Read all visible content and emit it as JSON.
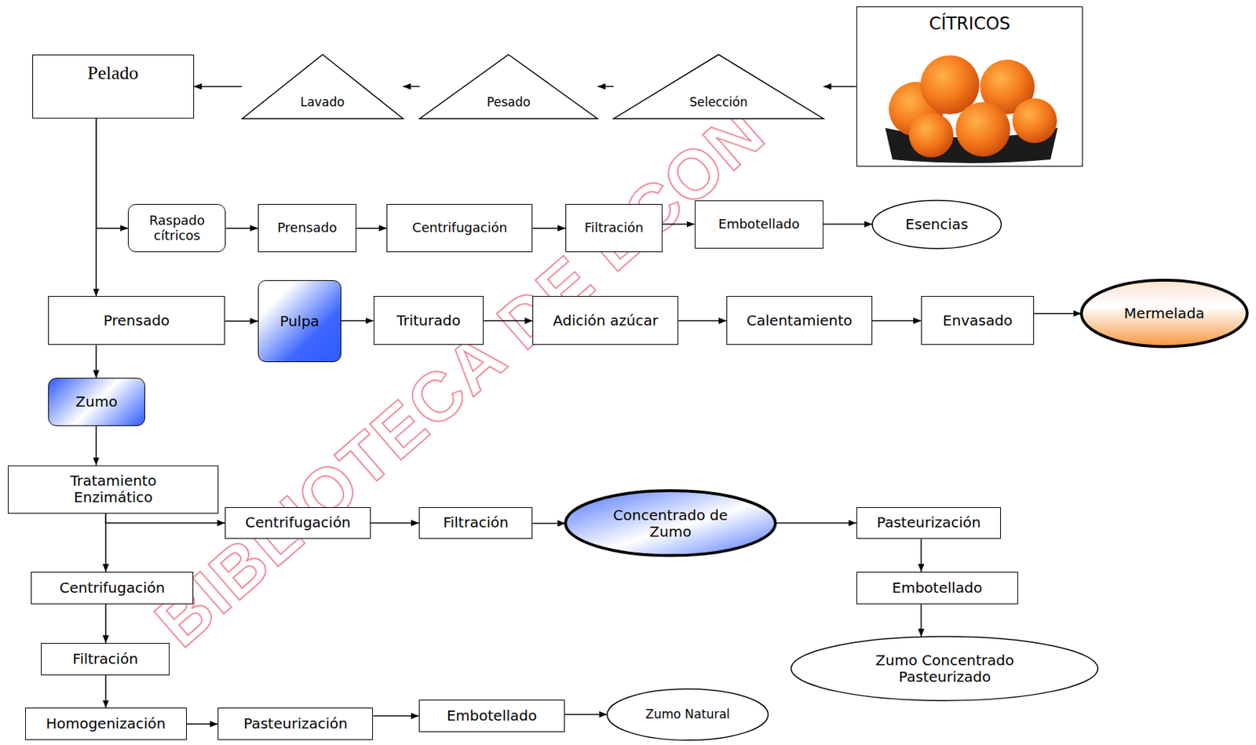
{
  "diagram": {
    "nodes": [
      {
        "text": [
          "Pelado"
        ]
      },
      {
        "text": [
          "Lavado"
        ]
      },
      {
        "text": [
          "Pesado"
        ]
      },
      {
        "text": [
          "Selección"
        ]
      },
      {
        "text": [
          "CÍTRICOS"
        ]
      },
      {
        "text": [
          "Raspado cítricos"
        ]
      },
      {
        "text": [
          "Prensado"
        ]
      },
      {
        "text": [
          "Centrifugación"
        ]
      },
      {
        "text": [
          "Filtración"
        ]
      },
      {
        "text": [
          "Embotellado"
        ]
      },
      {
        "text": [
          "Esencias"
        ]
      },
      {
        "text": [
          "Prensado"
        ]
      },
      {
        "text": [
          "Pulpa"
        ]
      },
      {
        "text": [
          "Triturado"
        ]
      },
      {
        "text": [
          "Adición azúcar"
        ]
      },
      {
        "text": [
          "Calentamiento"
        ]
      },
      {
        "text": [
          "Envasado"
        ]
      },
      {
        "text": [
          "Mermelada"
        ]
      },
      {
        "text": [
          "Zumo"
        ]
      },
      {
        "text": [
          "Tratamiento Enzimático"
        ]
      },
      {
        "text": [
          "Centrifugación"
        ]
      },
      {
        "text": [
          "Filtración"
        ]
      },
      {
        "text": [
          "Concentrado de Zumo"
        ]
      },
      {
        "text": [
          "Pasteurización"
        ]
      },
      {
        "text": [
          "Centrifugación"
        ]
      },
      {
        "text": [
          "Embotellado"
        ]
      },
      {
        "text": [
          "Filtración"
        ]
      },
      {
        "text": [
          "Zumo Concentrado Pasteurizado"
        ]
      },
      {
        "text": [
          "Homogenización"
        ]
      },
      {
        "text": [
          "Pasteurización"
        ]
      },
      {
        "text": [
          "Embotellado"
        ]
      },
      {
        "text": [
          "Zumo Natural"
        ]
      }
    ],
    "edges": [
      {
        "from": 4,
        "to": 3,
        "arrow": "to"
      },
      {
        "from": 3,
        "to": 2,
        "arrow": "to"
      },
      {
        "from": 2,
        "to": 1,
        "arrow": "to"
      },
      {
        "from": 1,
        "to": 0,
        "arrow": "to"
      },
      {
        "from": 0,
        "to": 5,
        "arrow": "to"
      },
      {
        "from": 0,
        "to": 11,
        "arrow": "to"
      },
      {
        "from": 5,
        "to": 6,
        "arrow": "to"
      },
      {
        "from": 6,
        "to": 7,
        "arrow": "to"
      },
      {
        "from": 7,
        "to": 8,
        "arrow": "to"
      },
      {
        "from": 8,
        "to": 9,
        "arrow": "to"
      },
      {
        "from": 9,
        "to": 10,
        "arrow": "to"
      },
      {
        "from": 11,
        "to": 12,
        "arrow": "to"
      },
      {
        "from": 12,
        "to": 13,
        "arrow": "to"
      },
      {
        "from": 13,
        "to": 14,
        "arrow": "to"
      },
      {
        "from": 14,
        "to": 15,
        "arrow": "to"
      },
      {
        "from": 15,
        "to": 16,
        "arrow": "to"
      },
      {
        "from": 16,
        "to": 17,
        "arrow": "to"
      },
      {
        "from": 11,
        "to": 18,
        "arrow": "to"
      },
      {
        "from": 18,
        "to": 19,
        "arrow": "to"
      },
      {
        "from": 19,
        "to": 20,
        "arrow": "to"
      },
      {
        "from": 19,
        "to": 24,
        "arrow": "to"
      },
      {
        "from": 20,
        "to": 21,
        "arrow": "to"
      },
      {
        "from": 21,
        "to": 22,
        "arrow": "to"
      },
      {
        "from": 22,
        "to": 23,
        "arrow": "to"
      },
      {
        "from": 23,
        "to": 25,
        "arrow": "to"
      },
      {
        "from": 25,
        "to": 27,
        "arrow": "to"
      },
      {
        "from": 24,
        "to": 26,
        "arrow": "to"
      },
      {
        "from": 26,
        "to": 28,
        "arrow": "to"
      },
      {
        "from": 28,
        "to": 29,
        "arrow": "to"
      },
      {
        "from": 29,
        "to": 30,
        "arrow": "to"
      },
      {
        "from": 30,
        "to": 31,
        "arrow": "to"
      }
    ],
    "labels": [
      "BIBLIOTECA DE ECON"
    ]
  }
}
